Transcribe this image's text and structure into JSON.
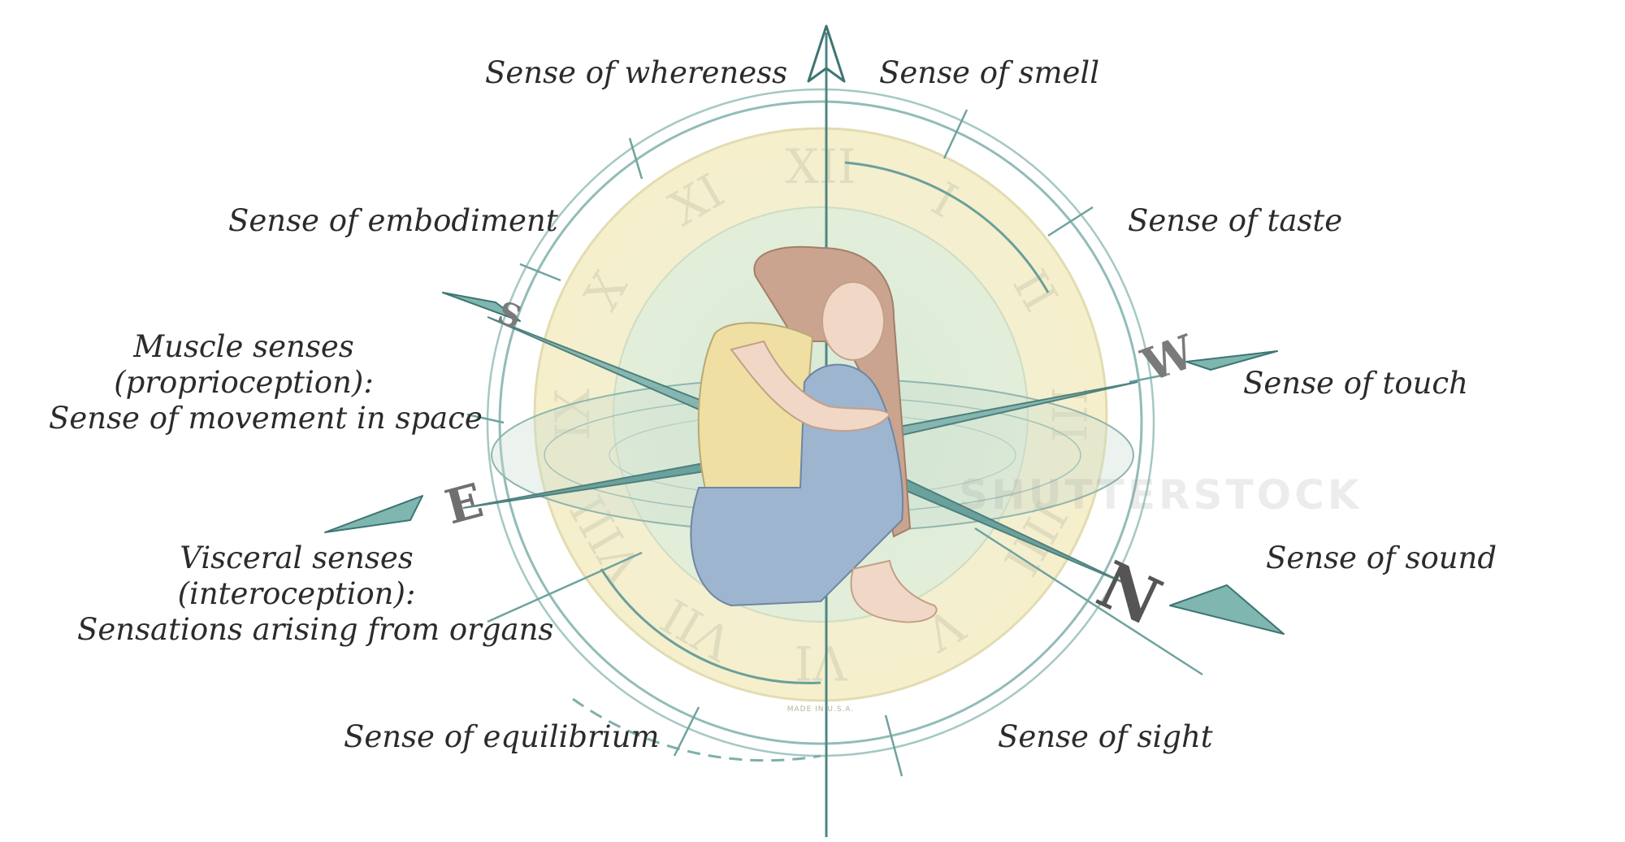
{
  "labels": {
    "whereness": "Sense of whereness",
    "smell": "Sense of smell",
    "embodiment": "Sense of embodiment",
    "taste": "Sense of taste",
    "muscle": [
      "Muscle senses",
      "(proprioception):",
      "Sense of movement in space"
    ],
    "touch": "Sense of touch",
    "visceral": [
      "Visceral senses",
      "(interoception):",
      "Sensations arising from organs"
    ],
    "sound": "Sense of sound",
    "equilibrium": "Sense of equilibrium",
    "sight": "Sense of sight"
  },
  "compass": {
    "letters": [
      "W",
      "E",
      "N",
      "S"
    ],
    "roman_numerals": [
      "XII",
      "I",
      "II",
      "III",
      "IIII",
      "V",
      "VI",
      "VII",
      "VIII",
      "IX",
      "X",
      "XI"
    ],
    "dial_text": "MADE IN U.S.A."
  },
  "watermark": "SHUTTERSTOCK",
  "colors": {
    "teal": "#5f9a97",
    "teal_dark": "#3e7573",
    "dial_cream": "#f6f0cf",
    "dial_green": "#e4efdc",
    "text": "#2b2b2b"
  }
}
